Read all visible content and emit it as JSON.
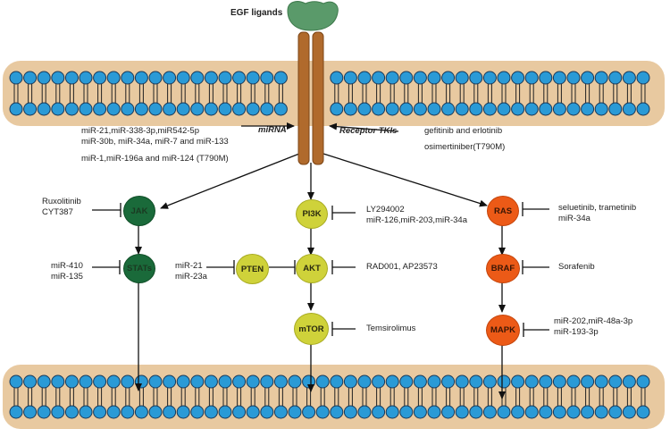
{
  "title": "EGF ligands",
  "colors": {
    "membrane": "#e8c9a0",
    "lipid_head": "#2a9ad6",
    "receptor": "#b06a2c",
    "ligand": "#5a9a6a",
    "jak_stat": "#1a6a3a",
    "pi3k_pathway": "#cfd23a",
    "ras_pathway": "#ec5a17"
  },
  "receptor_labels": {
    "mirna": "miRNA",
    "tki": "Receptor TKIs"
  },
  "mirna_lines": [
    "miR-21,miR-338-3p,miR542-5p",
    "miR-30b, miR-34a, miR-7 and miR-133",
    "miR-1,miR-196a and miR-124 (T790M)"
  ],
  "tki_lines": [
    "gefitinib and erlotinib",
    "osimertiniber(T790M)"
  ],
  "nodes": {
    "jak": "JAK",
    "stats": "STATs",
    "pi3k": "PI3K",
    "pten": "PTEN",
    "akt": "AKT",
    "mtor": "mTOR",
    "ras": "RAS",
    "braf": "BRAF",
    "mapk": "MAPK"
  },
  "inhibitors": {
    "jak": [
      "Ruxolitinib",
      "CYT387"
    ],
    "stats": [
      "miR-410",
      "miR-135"
    ],
    "pten": [
      "miR-21",
      "miR-23a"
    ],
    "pi3k": [
      "LY294002",
      "miR-126,miR-203,miR-34a"
    ],
    "akt": [
      "RAD001, AP23573"
    ],
    "mtor": [
      "Temsirolimus"
    ],
    "ras": [
      "seluetinib, trametinib",
      "miR-34a"
    ],
    "braf": [
      "Sorafenib"
    ],
    "mapk": [
      "miR-202,miR-48a-3p",
      "miR-193-3p"
    ]
  }
}
